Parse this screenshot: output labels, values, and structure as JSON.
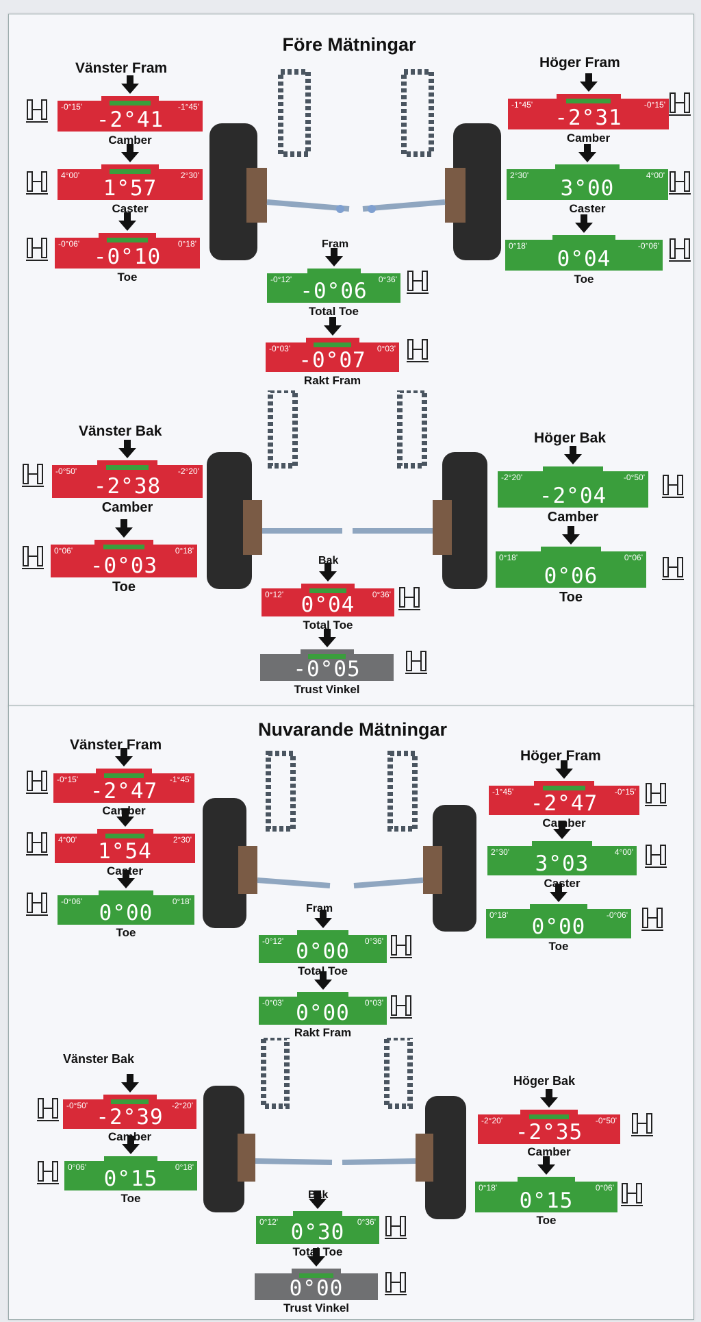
{
  "colors": {
    "red": "#d82a38",
    "green": "#3a9e3c",
    "gray": "#6f7072"
  },
  "sections": [
    {
      "title": "Före Mätningar",
      "front_left": {
        "title": "Vänster Fram",
        "camber": {
          "label": "Camber",
          "value": "-2°41",
          "min": "-0°15'",
          "max": "-1°45'",
          "status": "red"
        },
        "caster": {
          "label": "Caster",
          "value": "1°57",
          "min": "4°00'",
          "max": "2°30'",
          "status": "red"
        },
        "toe": {
          "label": "Toe",
          "value": "-0°10",
          "min": "-0°06'",
          "max": "0°18'",
          "status": "red"
        }
      },
      "front_right": {
        "title": "Höger Fram",
        "camber": {
          "label": "Camber",
          "value": "-2°31",
          "min": "-1°45'",
          "max": "-0°15'",
          "status": "red"
        },
        "caster": {
          "label": "Caster",
          "value": "3°00",
          "min": "2°30'",
          "max": "4°00'",
          "status": "green"
        },
        "toe": {
          "label": "Toe",
          "value": "0°04",
          "min": "0°18'",
          "max": "-0°06'",
          "status": "green"
        }
      },
      "front_center": {
        "title": "Fram",
        "total_toe": {
          "label": "Total Toe",
          "value": "-0°06",
          "min": "-0°12'",
          "max": "0°36'",
          "status": "green"
        },
        "thrust": {
          "label": "Rakt Fram",
          "value": "-0°07",
          "min": "-0°03'",
          "max": "0°03'",
          "status": "red"
        }
      },
      "rear_left": {
        "title": "Vänster Bak",
        "camber": {
          "label": "Camber",
          "value": "-2°38",
          "min": "-0°50'",
          "max": "-2°20'",
          "status": "red"
        },
        "toe": {
          "label": "Toe",
          "value": "-0°03",
          "min": "0°06'",
          "max": "0°18'",
          "status": "red"
        }
      },
      "rear_right": {
        "title": "Höger Bak",
        "camber": {
          "label": "Camber",
          "value": "-2°04",
          "min": "-2°20'",
          "max": "-0°50'",
          "status": "green"
        },
        "toe": {
          "label": "Toe",
          "value": "0°06",
          "min": "0°18'",
          "max": "0°06'",
          "status": "green"
        }
      },
      "rear_center": {
        "title": "Bak",
        "total_toe": {
          "label": "Total Toe",
          "value": "0°04",
          "min": "0°12'",
          "max": "0°36'",
          "status": "red"
        },
        "thrust": {
          "label": "Trust Vinkel",
          "value": "-0°05",
          "min": "",
          "max": "",
          "status": "gray"
        }
      }
    },
    {
      "title": "Nuvarande Mätningar",
      "front_left": {
        "title": "Vänster Fram",
        "camber": {
          "label": "Camber",
          "value": "-2°47",
          "min": "-0°15'",
          "max": "-1°45'",
          "status": "red"
        },
        "caster": {
          "label": "Caster",
          "value": "1°54",
          "min": "4°00'",
          "max": "2°30'",
          "status": "red"
        },
        "toe": {
          "label": "Toe",
          "value": "0°00",
          "min": "-0°06'",
          "max": "0°18'",
          "status": "green"
        }
      },
      "front_right": {
        "title": "Höger Fram",
        "camber": {
          "label": "Camber",
          "value": "-2°47",
          "min": "-1°45'",
          "max": "-0°15'",
          "status": "red"
        },
        "caster": {
          "label": "Caster",
          "value": "3°03",
          "min": "2°30'",
          "max": "4°00'",
          "status": "green"
        },
        "toe": {
          "label": "Toe",
          "value": "0°00",
          "min": "0°18'",
          "max": "-0°06'",
          "status": "green"
        }
      },
      "front_center": {
        "title": "Fram",
        "total_toe": {
          "label": "Total Toe",
          "value": "0°00",
          "min": "-0°12'",
          "max": "0°36'",
          "status": "green"
        },
        "thrust": {
          "label": "Rakt Fram",
          "value": "0°00",
          "min": "-0°03'",
          "max": "0°03'",
          "status": "green"
        }
      },
      "rear_left": {
        "title": "Vänster Bak",
        "camber": {
          "label": "Camber",
          "value": "-2°39",
          "min": "-0°50'",
          "max": "-2°20'",
          "status": "red"
        },
        "toe": {
          "label": "Toe",
          "value": "0°15",
          "min": "0°06'",
          "max": "0°18'",
          "status": "green"
        }
      },
      "rear_right": {
        "title": "Höger Bak",
        "camber": {
          "label": "Camber",
          "value": "-2°35",
          "min": "-2°20'",
          "max": "-0°50'",
          "status": "red"
        },
        "toe": {
          "label": "Toe",
          "value": "0°15",
          "min": "0°18'",
          "max": "0°06'",
          "status": "green"
        }
      },
      "rear_center": {
        "title": "Bak",
        "total_toe": {
          "label": "Total Toe",
          "value": "0°30",
          "min": "0°12'",
          "max": "0°36'",
          "status": "green"
        },
        "thrust": {
          "label": "Trust Vinkel",
          "value": "0°00",
          "min": "",
          "max": "",
          "status": "gray"
        }
      }
    }
  ]
}
